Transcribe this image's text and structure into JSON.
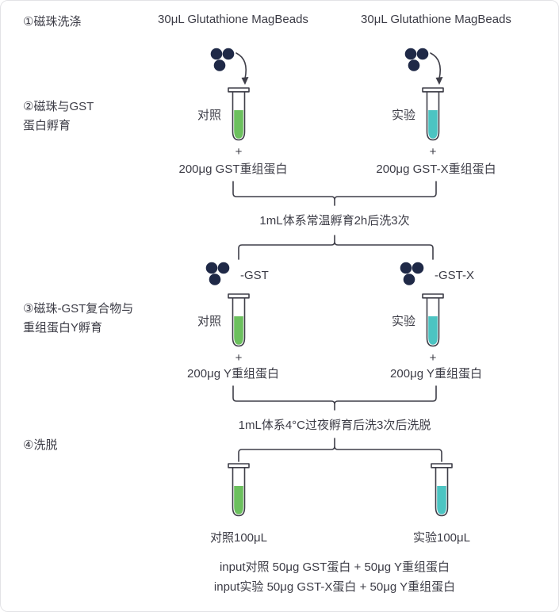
{
  "steps": {
    "s1": "①磁珠洗涤",
    "s2a": "②磁珠与GST",
    "s2b": "蛋白孵育",
    "s3a": "③磁珠-GST复合物与",
    "s3b": "重组蛋白Y孵育",
    "s4": "④洗脱"
  },
  "stage1": {
    "header_left": "30μL Glutathione MagBeads",
    "header_right": "30μL Glutathione MagBeads",
    "control_label": "对照",
    "experiment_label": "实验",
    "plus": "+",
    "reagent_left": "200μg GST重组蛋白",
    "reagent_right": "200μg GST-X重组蛋白",
    "merge_text": "1mL体系常温孵育2h后洗3次"
  },
  "stage2": {
    "beads_label_left": "-GST",
    "beads_label_right": "-GST-X",
    "control_label": "对照",
    "experiment_label": "实验",
    "plus": "+",
    "reagent_left": "200μg Y重组蛋白",
    "reagent_right": "200μg Y重组蛋白",
    "merge_text": "1mL体系4°C过夜孵育后洗3次后洗脱"
  },
  "stage3": {
    "control_label": "对照100μL",
    "experiment_label": "实验100μL"
  },
  "footer": {
    "line1": "input对照 50μg GST蛋白 + 50μg Y重组蛋白",
    "line2": "input实验 50μg GST-X蛋白 + 50μg Y重组蛋白"
  },
  "colors": {
    "control_liquid": "#6cc05e",
    "experiment_liquid": "#4cc4c2",
    "beads": "#1f2947",
    "line": "#3f3f49",
    "text": "#3c3c46"
  }
}
